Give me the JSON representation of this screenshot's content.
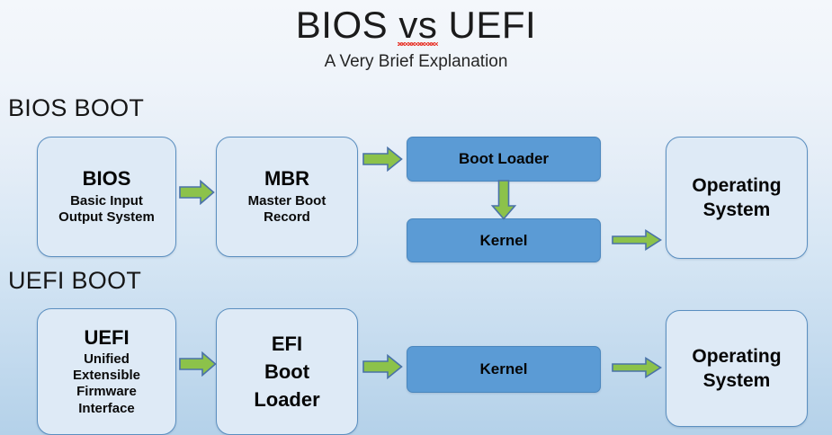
{
  "title": {
    "before": "BIOS ",
    "vs": "vs",
    "after": " UEFI",
    "full": "BIOS vs UEFI",
    "subtitle": "A Very Brief Explanation",
    "vs_spellcheck_underline_color": "#e8443a"
  },
  "sections": [
    {
      "id": "bios-boot",
      "heading": "BIOS BOOT"
    },
    {
      "id": "uefi-boot",
      "heading": "UEFI BOOT"
    }
  ],
  "colors": {
    "box_light_fill": "#deeaf6",
    "box_light_border": "#5b8fc0",
    "box_blue_fill": "#5b9bd5",
    "box_blue_border": "#4a86bd",
    "arrow_fill": "#8cc24a",
    "arrow_border": "#4a72a8",
    "background_top": "#f4f7fb",
    "background_bottom": "#b4d1e9",
    "text": "#050505"
  },
  "bios_row": {
    "bios": {
      "main": "BIOS",
      "sub_line1": "Basic Input",
      "sub_line2": "Output System"
    },
    "mbr": {
      "main": "MBR",
      "sub_line1": "Master Boot",
      "sub_line2": "Record"
    },
    "boot_loader": {
      "main": "Boot Loader"
    },
    "kernel": {
      "main": "Kernel"
    },
    "os": {
      "line1": "Operating",
      "line2": "System"
    }
  },
  "uefi_row": {
    "uefi": {
      "main": "UEFI",
      "sub_line1": "Unified",
      "sub_line2": "Extensible",
      "sub_line3": "Firmware",
      "sub_line4": "Interface"
    },
    "efi_boot_loader": {
      "line1": "EFI",
      "line2": "Boot",
      "line3": "Loader"
    },
    "kernel": {
      "main": "Kernel"
    },
    "os": {
      "line1": "Operating",
      "line2": "System"
    }
  },
  "flow": {
    "bios": [
      "BIOS",
      "MBR",
      "Boot Loader",
      "Kernel",
      "Operating System"
    ],
    "uefi": [
      "UEFI",
      "EFI Boot Loader",
      "Kernel",
      "Operating System"
    ]
  }
}
